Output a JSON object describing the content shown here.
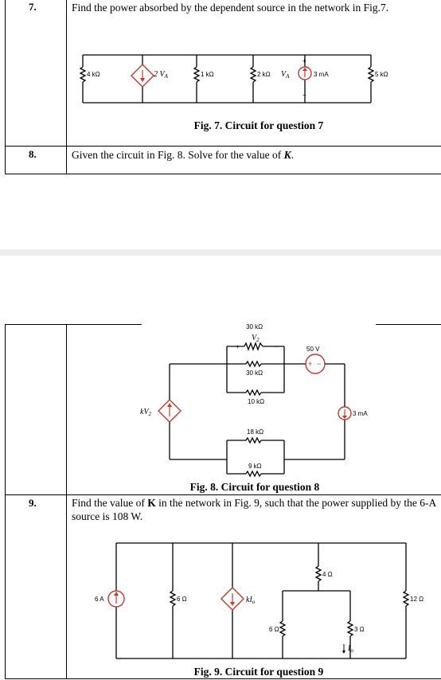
{
  "q7": {
    "number": "7.",
    "text": "Find the power absorbed by the dependent source in the network in Fig.7.",
    "caption": "Fig. 7. Circuit for question 7",
    "labels": {
      "r1": "4 kΩ",
      "dep": "2 V",
      "dep_sub": "A",
      "r2": "1 kΩ",
      "r3": "2 kΩ",
      "va": "V",
      "va_sub": "A",
      "src": "3 mA",
      "r4": "5 kΩ",
      "plus": "+",
      "minus": "−"
    }
  },
  "q8": {
    "number": "8.",
    "text_pre": "Given the circuit in Fig. 8. Solve for the value of ",
    "text_var": "K",
    "text_post": ".",
    "caption": "Fig. 8. Circuit for question 8",
    "labels": {
      "r_top": "30 kΩ",
      "v2": "V",
      "v2_sub": "2",
      "plus": "+",
      "minus": "−",
      "r_mid": "30 kΩ",
      "r_low": "10 kΩ",
      "vsrc": "50 V",
      "dep": "kV",
      "dep_sub": "2",
      "isrc": "3 mA",
      "r_b1": "18 kΩ",
      "r_b2": "9 kΩ"
    }
  },
  "q9": {
    "number": "9.",
    "text_pre": "Find the value of ",
    "text_var": "K",
    "text_post": " in the network in Fig. 9, such that the power supplied by the 6-A source is 108 W.",
    "caption": "Fig. 9. Circuit for question 9",
    "labels": {
      "isrc": "6 A",
      "r1": "6 Ω",
      "dep": "kI",
      "dep_sub": "o",
      "r4": "4 Ω",
      "r6": "6 Ω",
      "r3": "3 Ω",
      "io": "I",
      "io_sub": "o",
      "r12": "12 Ω"
    }
  }
}
